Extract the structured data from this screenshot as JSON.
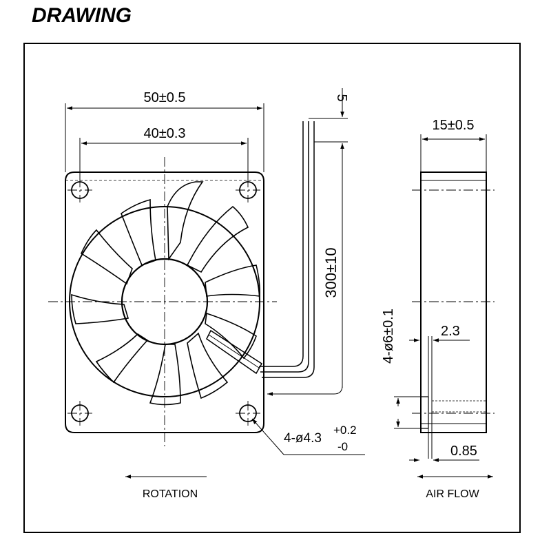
{
  "title": "DRAWING",
  "dimensions": {
    "overall_width": "50±0.5",
    "hole_spacing": "40±0.3",
    "lead_spacing": "5",
    "lead_length": "300±10",
    "thickness": "15±0.5",
    "boss_dia": "4-ø6±0.1",
    "boss_depth": "2.3",
    "mount_hole_prefix": "4-ø4.3",
    "mount_hole_tol_upper": "+0.2",
    "mount_hole_tol_lower": "-0",
    "flange_thickness": "0.85"
  },
  "labels": {
    "rotation": "ROTATION",
    "air_flow": "AIR FLOW"
  }
}
